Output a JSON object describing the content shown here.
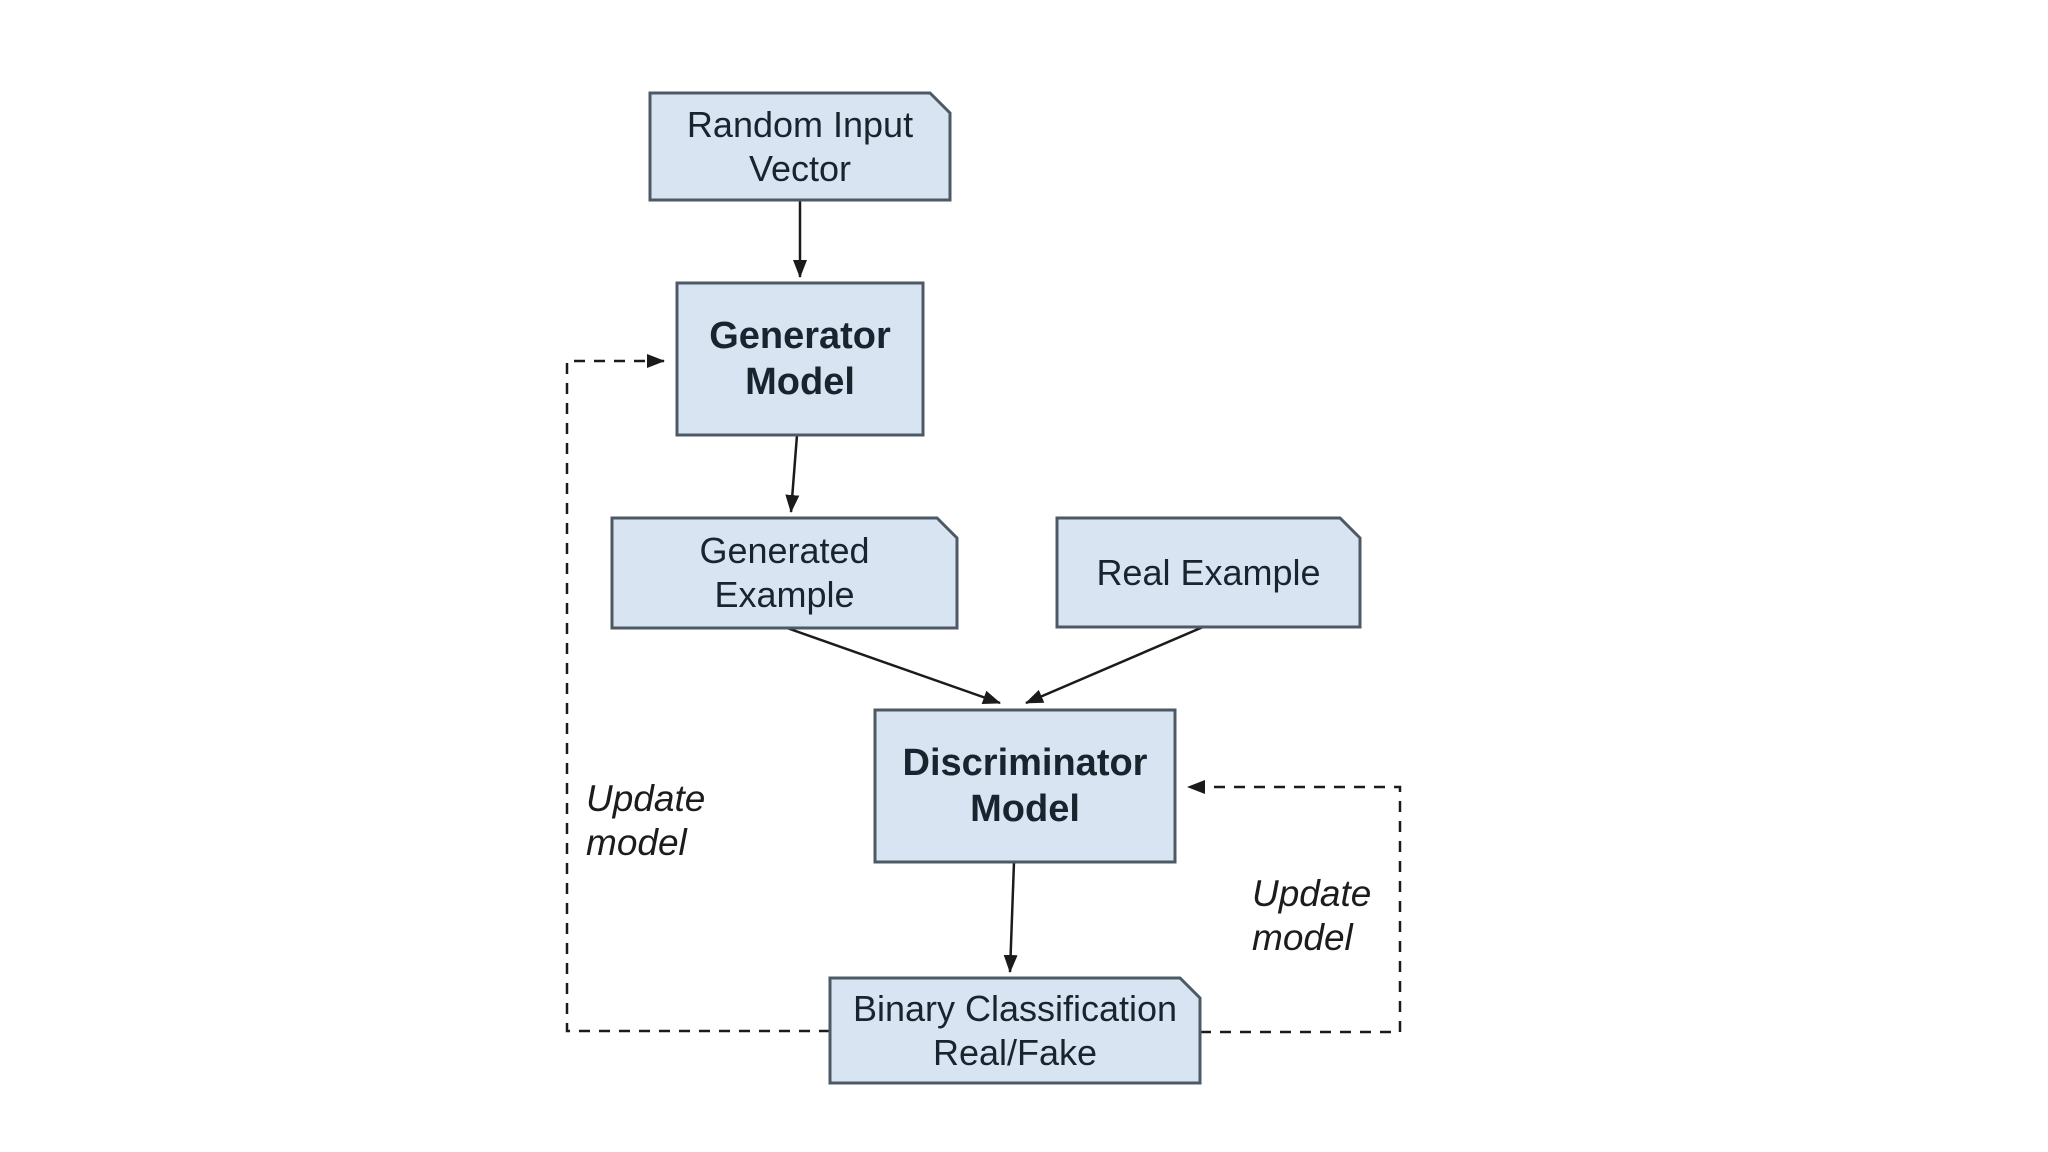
{
  "colors": {
    "background": "#ffffff",
    "node_fill": "#d9e4f2",
    "node_border": "#4b5a64",
    "arrow": "#1b1b1b",
    "text": "#18242e",
    "annotation": "#1c1c1c"
  },
  "nodes": {
    "random_input": {
      "label": "Random Input\nVector"
    },
    "generator": {
      "label": "Generator\nModel"
    },
    "generated_example": {
      "label": "Generated\nExample"
    },
    "real_example": {
      "label": "Real Example"
    },
    "discriminator": {
      "label": "Discriminator\nModel"
    },
    "binary_classification": {
      "label": "Binary Classification\nReal/Fake"
    }
  },
  "annotations": {
    "update_model_left": "Update\nmodel",
    "update_model_right": "Update\nmodel"
  }
}
